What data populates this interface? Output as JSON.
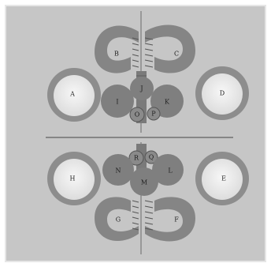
{
  "labels": {
    "a": "A",
    "b": "B",
    "c": "C",
    "d": "D",
    "e": "E",
    "f": "F",
    "g": "G",
    "h": "H",
    "i": "I",
    "j": "J",
    "k": "K",
    "l": "L",
    "m": "M",
    "n": "N",
    "o": "O",
    "p": "P",
    "q": "Q",
    "r": "R"
  },
  "colors": {
    "background": "#ffffff",
    "panel": "#c6c6c6",
    "frame": "#e6e6e6",
    "outer_ring": "#8d8d8d",
    "inner_disc": "#efefef",
    "globule": "#7f7f7f",
    "arm": "#858585",
    "stripe": "#5a5a5a",
    "label": "#1e1e1e"
  }
}
